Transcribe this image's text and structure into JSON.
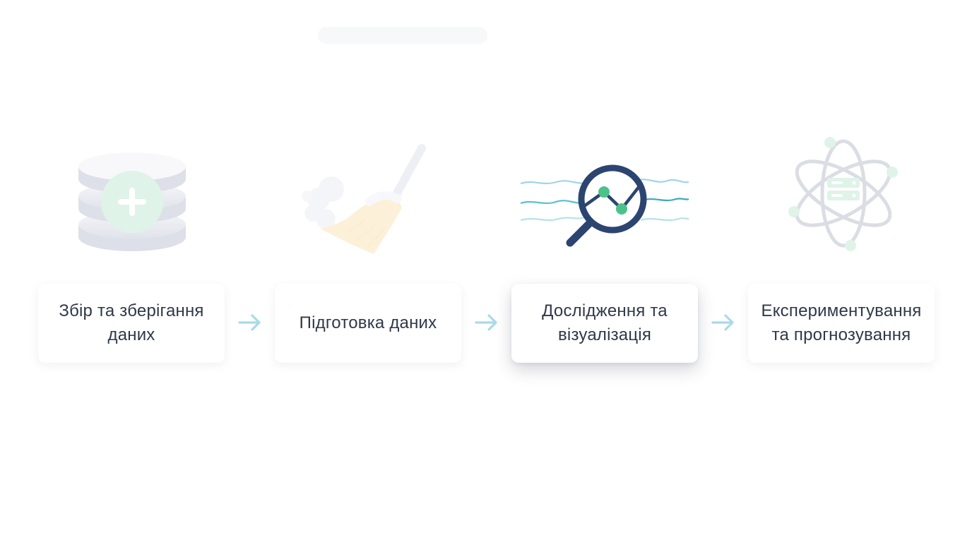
{
  "steps": [
    {
      "label": "Збір та зберігання даних",
      "icon": "database-plus-icon",
      "active": false
    },
    {
      "label": "Підготовка даних",
      "icon": "broom-icon",
      "active": false
    },
    {
      "label": "Дослідження та візуалізація",
      "icon": "magnifier-chart-icon",
      "active": true
    },
    {
      "label": "Експериментування та прогнозування",
      "icon": "atom-server-icon",
      "active": false
    }
  ],
  "colors": {
    "text": "#2f3849",
    "arrow": "#a9dbe8",
    "accent_green": "#4cc28a",
    "navy": "#2c4470",
    "wave_teal": "#3aa9c6"
  }
}
